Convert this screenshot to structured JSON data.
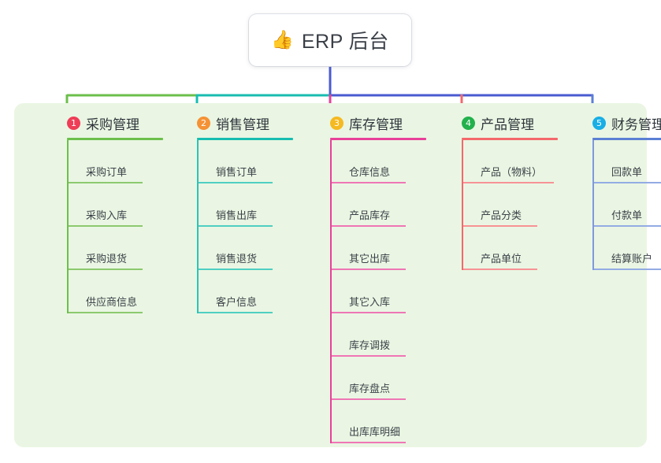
{
  "root": {
    "icon": "thumbs-up-icon",
    "emoji": "👍",
    "title": "ERP 后台"
  },
  "palette": {
    "panel_bg": "#eaf6e3",
    "page_bg": "#ffffff",
    "trunk": "#4a5bd0",
    "text": "#3c4149"
  },
  "columns": [
    {
      "index": "1",
      "title": "采购管理",
      "badge_color": "#ef3d57",
      "line_color": "#6cbf4b",
      "items": [
        {
          "label": "采购订单"
        },
        {
          "label": "采购入库"
        },
        {
          "label": "采购退货"
        },
        {
          "label": "供应商信息"
        }
      ]
    },
    {
      "index": "2",
      "title": "销售管理",
      "badge_color": "#f59235",
      "line_color": "#18bdb0",
      "items": [
        {
          "label": "销售订单"
        },
        {
          "label": "销售出库"
        },
        {
          "label": "销售退货"
        },
        {
          "label": "客户信息"
        }
      ]
    },
    {
      "index": "3",
      "title": "库存管理",
      "badge_color": "#f5b921",
      "line_color": "#e8409a",
      "items": [
        {
          "label": "仓库信息"
        },
        {
          "label": "产品库存"
        },
        {
          "label": "其它出库"
        },
        {
          "label": "其它入库"
        },
        {
          "label": "库存调拨"
        },
        {
          "label": "库存盘点"
        },
        {
          "label": "出库库明细"
        }
      ]
    },
    {
      "index": "4",
      "title": "产品管理",
      "badge_color": "#22b14c",
      "line_color": "#f4686b",
      "items": [
        {
          "label": "产品（物料）"
        },
        {
          "label": "产品分类"
        },
        {
          "label": "产品单位"
        }
      ]
    },
    {
      "index": "5",
      "title": "财务管理",
      "badge_color": "#19aee6",
      "line_color": "#5b7fd4",
      "items": [
        {
          "label": "回款单"
        },
        {
          "label": "付款单"
        },
        {
          "label": "结算账户"
        }
      ]
    }
  ]
}
